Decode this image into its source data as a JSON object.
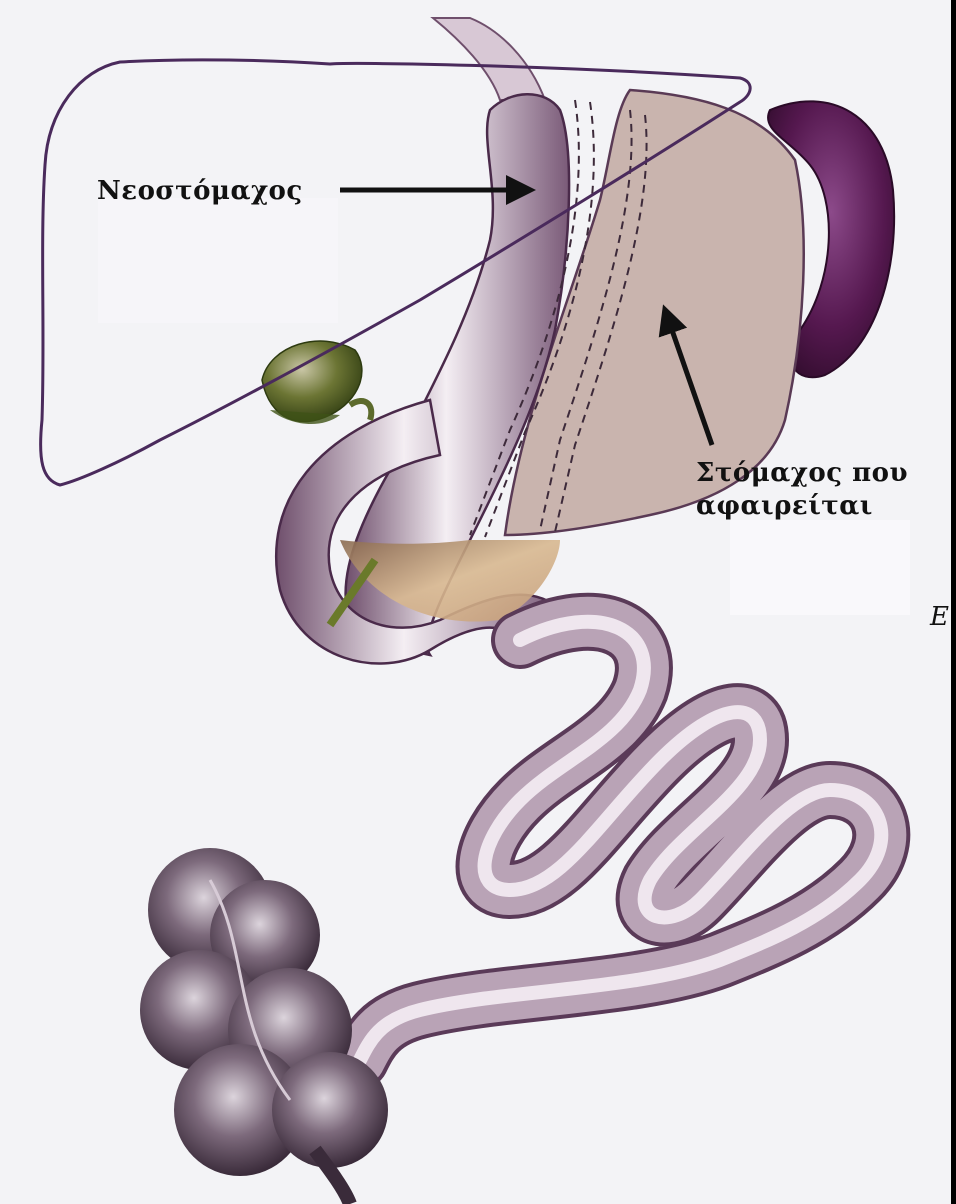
{
  "labels": {
    "new_stomach": "Νεοστόμαχος",
    "removed_stomach_line1": "Στόμαχος που",
    "removed_stomach_line2": "αφαιρείται",
    "corner_letter": "E"
  },
  "colors": {
    "background": "#f3f3f6",
    "liver_outline": "#4a2a5c",
    "intestine": "#b9a3b6",
    "removed_stomach": "#c9b4ae",
    "duodenum_fill": "#c6a47f",
    "spleen": "#55184f",
    "gallbladder": "#5c6a2c",
    "colon": "#6e5c6c"
  }
}
